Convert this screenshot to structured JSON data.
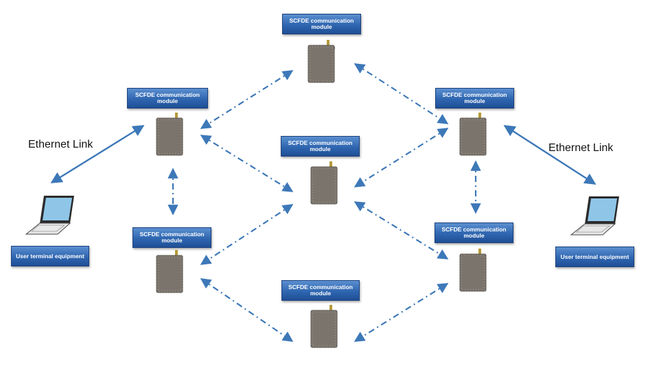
{
  "module_label": "SCFDE communication module",
  "terminal_label": "User terminal equipment",
  "link_label": "Ethernet Link",
  "colors": {
    "link_line": "#3d78b8",
    "label_fill": "#2f66b0",
    "module_body": "#7a746c"
  },
  "icons": {
    "module": "radio-module-icon",
    "terminal": "laptop-icon"
  }
}
